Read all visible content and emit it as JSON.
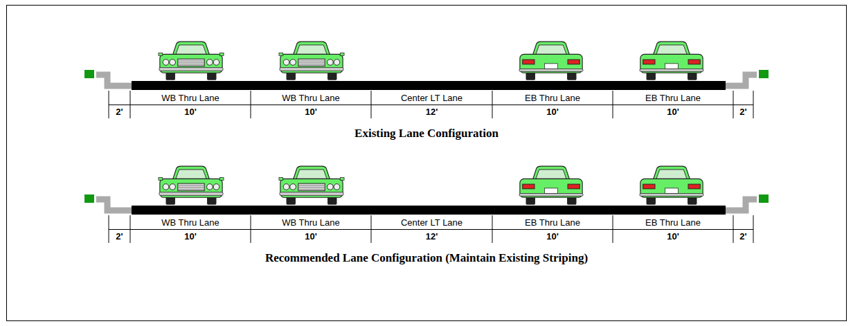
{
  "diagram": {
    "labels": [
      "WB Thru Lane",
      "WB Thru Lane",
      "Center LT Lane",
      "EB Thru Lane",
      "EB Thru Lane",
      "2'",
      "10'",
      "10'",
      "12'",
      "10'",
      "10'",
      "2'",
      "Existing Lane Configuration",
      "WB Thru Lane",
      "WB Thru Lane",
      "Center LT Lane",
      "EB Thru Lane",
      "EB Thru Lane",
      "2'",
      "10'",
      "10'",
      "12'",
      "10'",
      "10'",
      "2'",
      "Recommended Lane Configuration (Maintain Existing Striping)"
    ]
  }
}
